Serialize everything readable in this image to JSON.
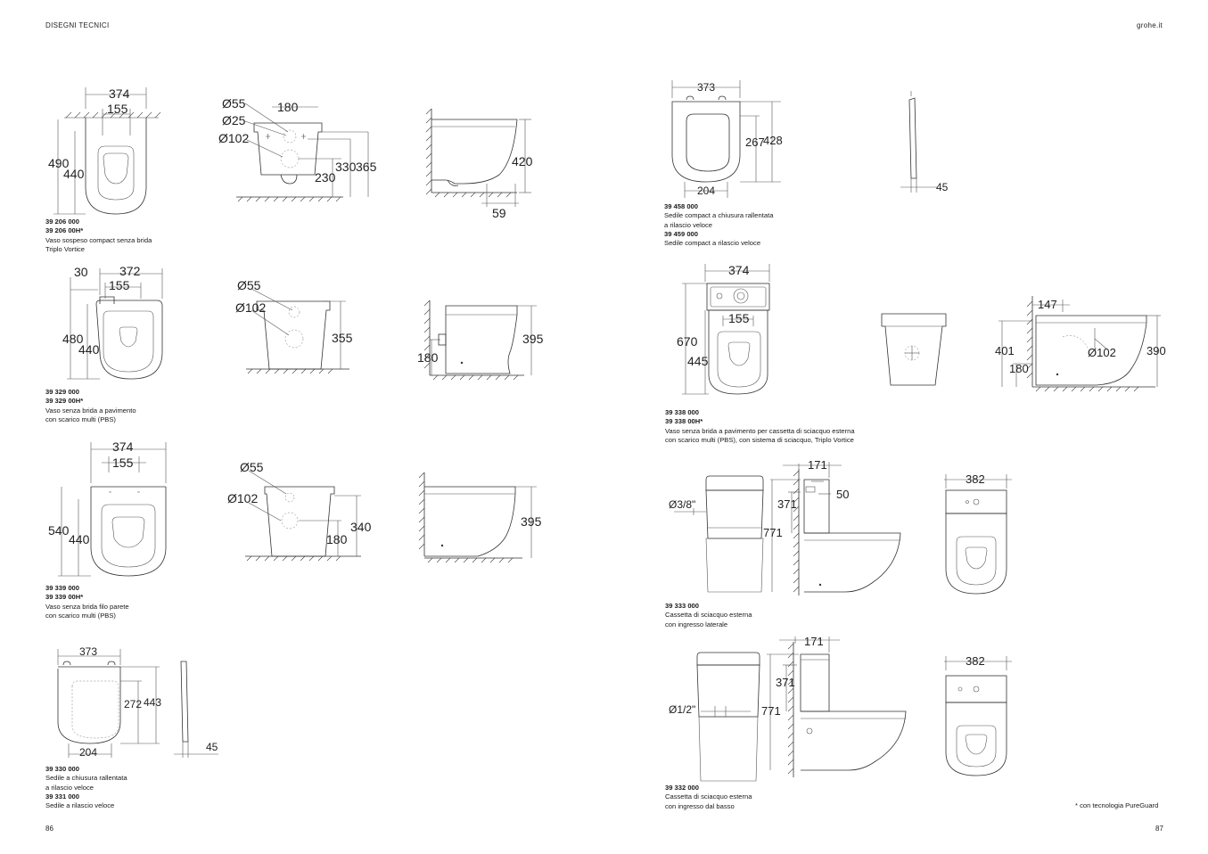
{
  "header": {
    "left": "DISEGNI TECNICI",
    "right": "grohe.it"
  },
  "pages": {
    "left": "86",
    "right": "87"
  },
  "footnote": "* con tecnologia PureGuard",
  "products": [
    {
      "lines": [
        {
          "code": "39 206 000"
        },
        {
          "code": "39 206 00H*"
        },
        {
          "text": "Vaso sospeso compact senza brida"
        },
        {
          "text": "Triplo Vortice"
        }
      ]
    },
    {
      "lines": [
        {
          "code": "39 329 000"
        },
        {
          "code": "39 329 00H*"
        },
        {
          "text": "Vaso senza brida a pavimento"
        },
        {
          "text": "con scarico multi (PBS)"
        }
      ]
    },
    {
      "lines": [
        {
          "code": "39 339 000"
        },
        {
          "code": "39 339 00H*"
        },
        {
          "text": "Vaso senza brida filo parete"
        },
        {
          "text": "con scarico multi (PBS)"
        }
      ]
    },
    {
      "lines": [
        {
          "code": "39 330 000"
        },
        {
          "text": "Sedile a chiusura rallentata"
        },
        {
          "text": "a rilascio veloce"
        },
        {
          "code": "39 331 000"
        },
        {
          "text": "Sedile a rilascio veloce"
        }
      ]
    },
    {
      "lines": [
        {
          "code": "39 458 000"
        },
        {
          "text": "Sedile compact a chiusura rallentata"
        },
        {
          "text": "a rilascio veloce"
        },
        {
          "code": "39 459 000"
        },
        {
          "text": "Sedile compact a rilascio veloce"
        }
      ]
    },
    {
      "lines": [
        {
          "code": "39 338 000"
        },
        {
          "code": "39 338 00H*"
        },
        {
          "text": "Vaso senza brida a pavimento per cassetta di sciacquo esterna"
        },
        {
          "text": "con scarico multi (PBS), con sistema di sciacquo, Triplo Vortice"
        }
      ]
    },
    {
      "lines": [
        {
          "code": "39 333 000"
        },
        {
          "text": "Cassetta di sciacquo esterna"
        },
        {
          "text": "con ingresso laterale"
        }
      ]
    },
    {
      "lines": [
        {
          "code": "39 332 000"
        },
        {
          "text": "Cassetta di sciacquo esterna"
        },
        {
          "text": "con ingresso dal basso"
        }
      ]
    }
  ],
  "dims": {
    "d1": [
      "374",
      "155",
      "490",
      "440"
    ],
    "d2": [
      "Ø55",
      "Ø25",
      "Ø102",
      "180",
      "330",
      "365",
      "230"
    ],
    "d3": [
      "420",
      "59"
    ],
    "d4": [
      "30",
      "372",
      "155",
      "480",
      "440"
    ],
    "d5": [
      "Ø55",
      "Ø102",
      "355"
    ],
    "d6": [
      "395",
      "180"
    ],
    "d7": [
      "374",
      "155",
      "540",
      "440"
    ],
    "d8": [
      "Ø55",
      "Ø102",
      "340",
      "180"
    ],
    "d9": [
      "395"
    ],
    "d10": [
      "373",
      "272",
      "443",
      "204",
      "45"
    ],
    "d11": [
      "373",
      "267",
      "428",
      "204"
    ],
    "d12": [
      "45"
    ],
    "d13": [
      "374",
      "155",
      "670",
      "445"
    ],
    "d15": [
      "147",
      "401",
      "180",
      "Ø102",
      "390"
    ],
    "d16": [
      "Ø3/8\"",
      "171",
      "50",
      "371",
      "771"
    ],
    "d17": [
      "382"
    ],
    "d18": [
      "Ø1/2\"",
      "171",
      "371",
      "771"
    ],
    "d19": [
      "382"
    ]
  }
}
